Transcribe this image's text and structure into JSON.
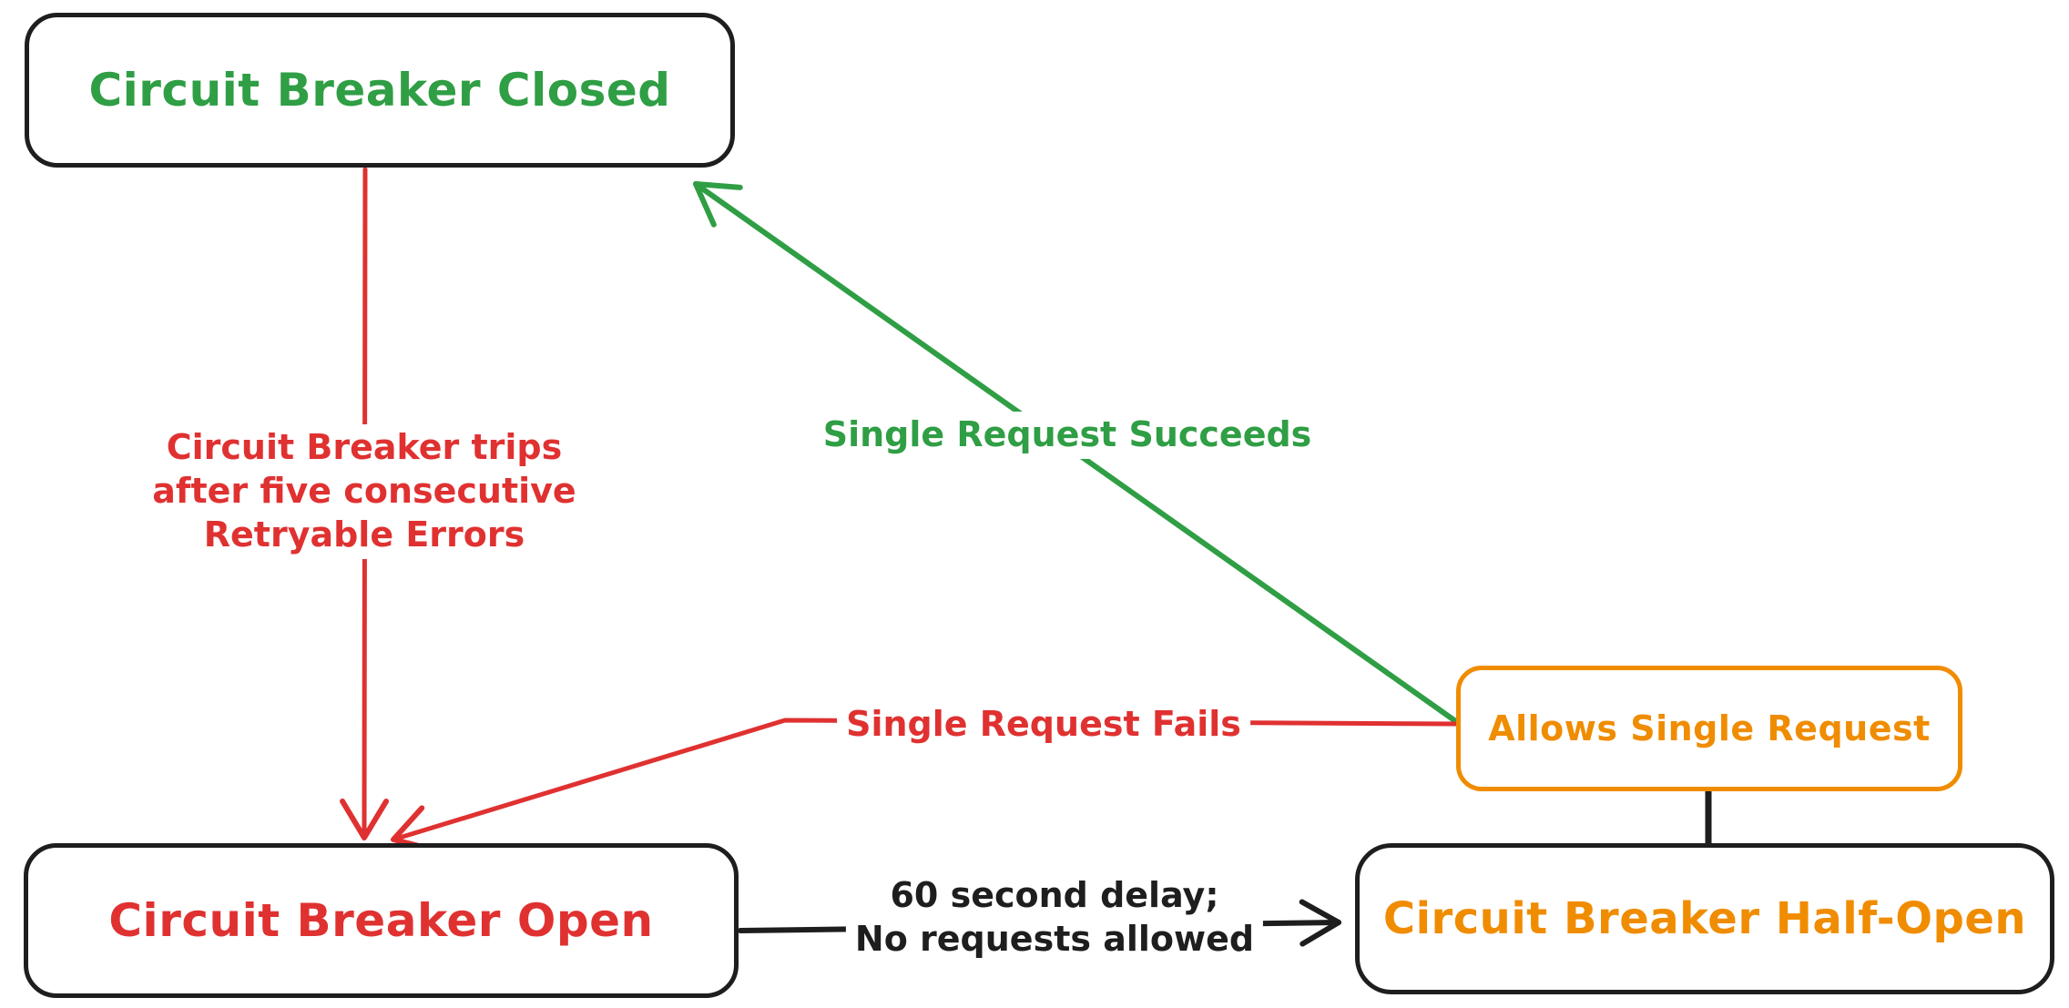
{
  "diagram": {
    "type": "state-diagram",
    "background": "#ffffff",
    "nodes": {
      "closed": {
        "label": "Circuit Breaker Closed",
        "text_color": "#2f9e44",
        "border_color": "#1e1e1e"
      },
      "open": {
        "label": "Circuit Breaker Open",
        "text_color": "#e03131",
        "border_color": "#1e1e1e"
      },
      "half_open": {
        "label": "Circuit Breaker Half-Open",
        "text_color": "#f08c00",
        "border_color": "#1e1e1e"
      },
      "allows_single_request": {
        "label": "Allows Single Request",
        "text_color": "#f08c00",
        "border_color": "#f08c00"
      }
    },
    "edges": {
      "trips": {
        "from": "closed",
        "to": "open",
        "label": "Circuit Breaker trips\nafter five consecutive\nRetryable Errors",
        "color": "#e03131",
        "arrow": true
      },
      "succeeds": {
        "from": "allows_single_request",
        "to": "closed",
        "label": "Single Request Succeeds",
        "color": "#2f9e44",
        "arrow": true
      },
      "fails": {
        "from": "allows_single_request",
        "to": "open",
        "label": "Single Request Fails",
        "color": "#e03131",
        "arrow": true
      },
      "delay": {
        "from": "open",
        "to": "half_open",
        "label": "60 second delay;\nNo requests allowed",
        "color": "#1e1e1e",
        "arrow": true
      },
      "half_open_to_allows": {
        "from": "half_open",
        "to": "allows_single_request",
        "label": "",
        "color": "#1e1e1e",
        "arrow": false
      }
    }
  }
}
